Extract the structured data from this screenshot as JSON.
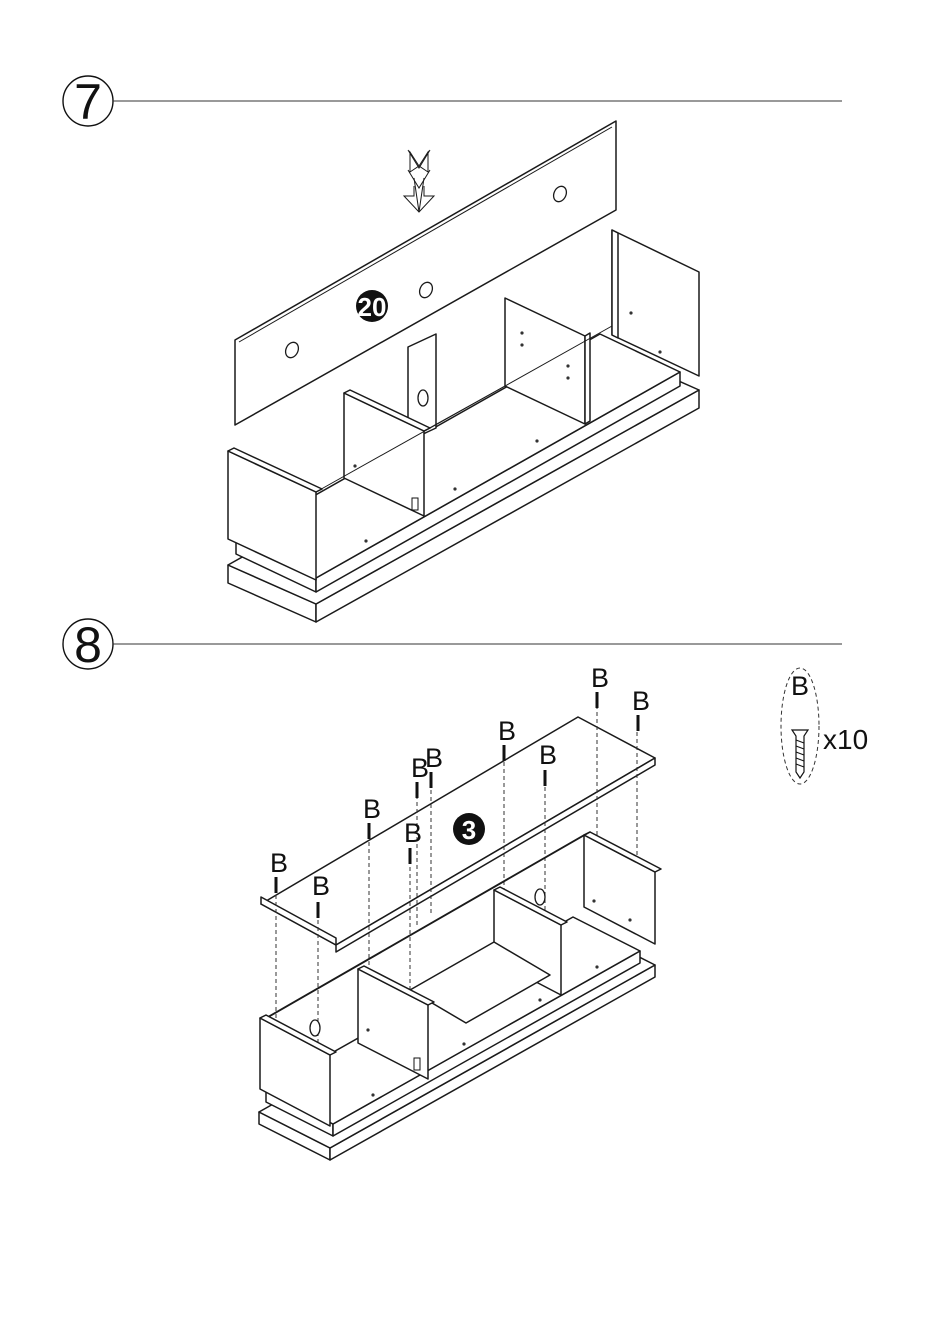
{
  "steps": [
    {
      "number": "7",
      "part_badge": "20"
    },
    {
      "number": "8",
      "part_badge": "3"
    }
  ],
  "step8": {
    "screw_letter": "B",
    "hardware": {
      "letter": "B",
      "quantity": "x10"
    }
  }
}
